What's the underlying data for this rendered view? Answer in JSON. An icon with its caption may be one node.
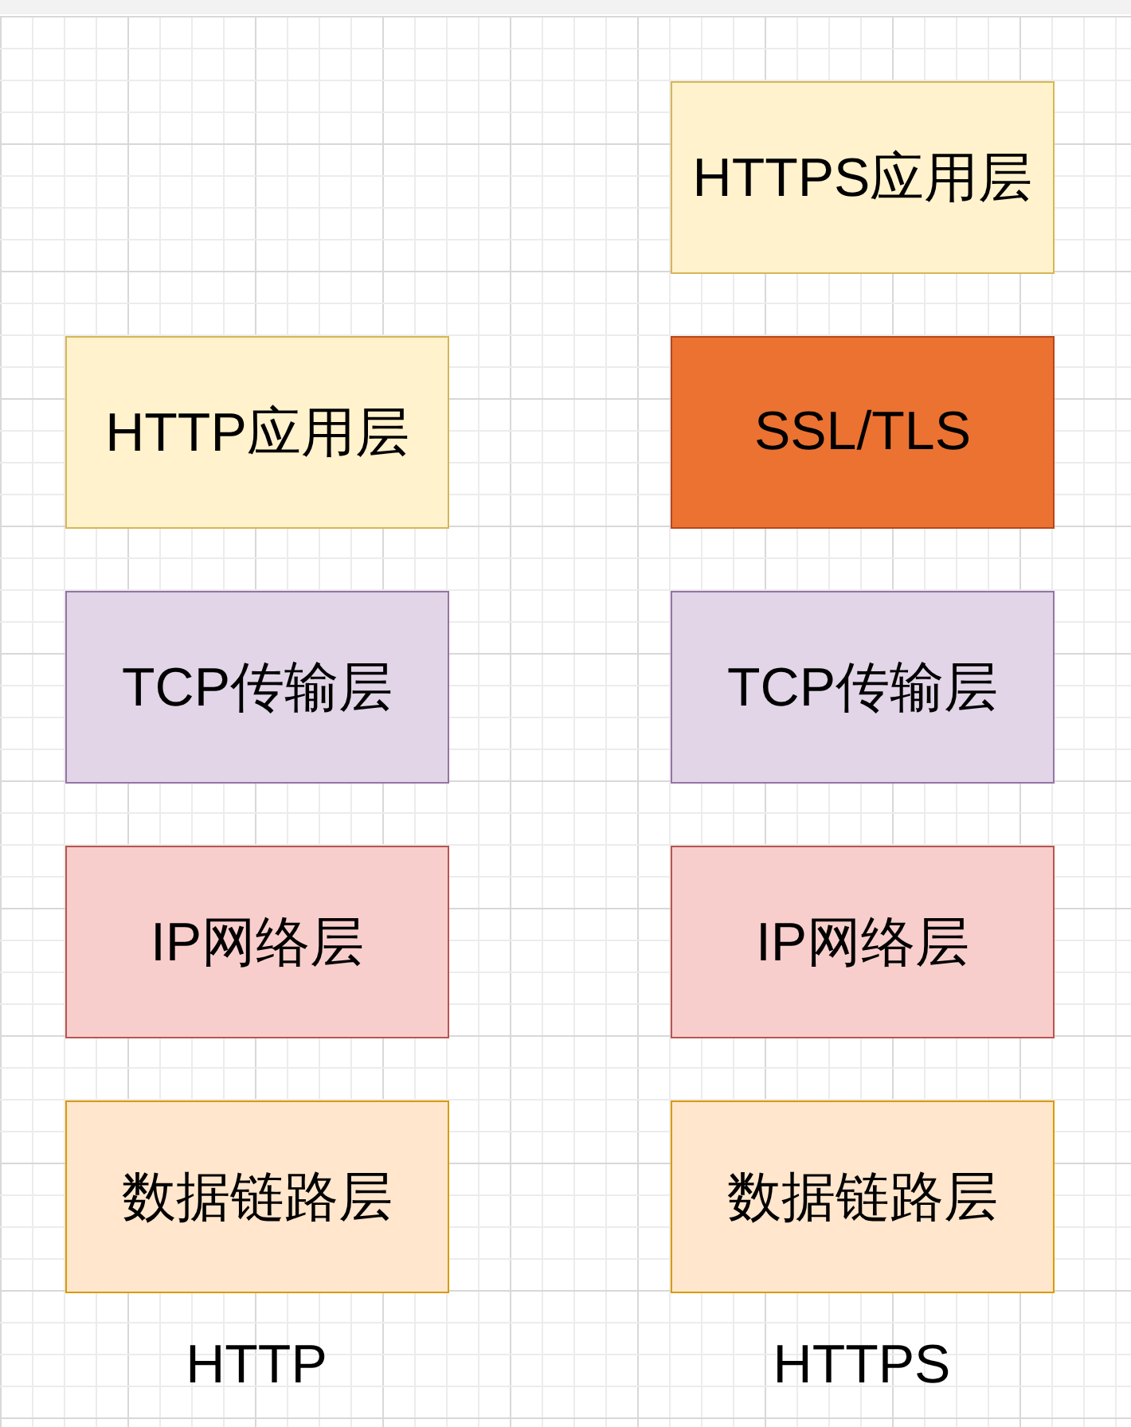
{
  "diagram": {
    "nodes": [
      {
        "text": [
          "HTTP应用层"
        ]
      },
      {
        "text": [
          "TCP传输层"
        ]
      },
      {
        "text": [
          "IP网络层"
        ]
      },
      {
        "text": [
          "数据链路层"
        ]
      },
      {
        "text": [
          "HTTPS应用层"
        ]
      },
      {
        "text": [
          "SSL/TLS"
        ]
      },
      {
        "text": [
          "TCP传输层"
        ]
      },
      {
        "text": [
          "IP网络层"
        ]
      },
      {
        "text": [
          "数据链路层"
        ]
      }
    ],
    "labels": [
      "HTTP",
      "HTTPS"
    ]
  }
}
